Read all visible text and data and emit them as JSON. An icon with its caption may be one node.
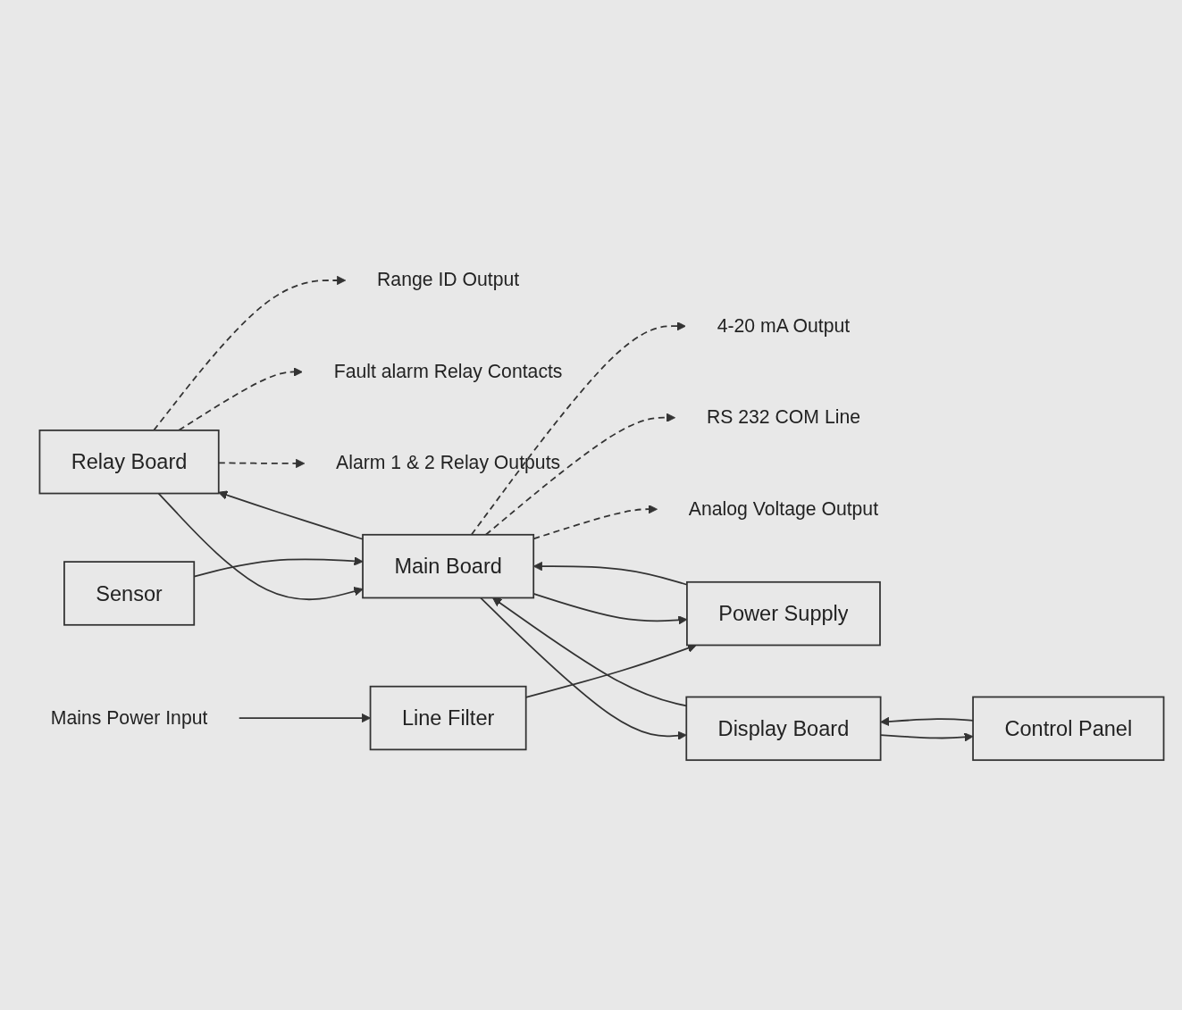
{
  "diagram": {
    "nodes": [
      {
        "text": [
          "4-20 mA Output"
        ]
      },
      {
        "text": [
          "RS 232 COM Line"
        ]
      },
      {
        "text": [
          "Analog Voltage Output"
        ]
      },
      {
        "text": [
          "Range ID Output"
        ]
      },
      {
        "text": [
          "Fault alarm Relay Contacts"
        ]
      },
      {
        "text": [
          "Alarm 1 & 2  Relay Outputs"
        ]
      },
      {
        "text": [
          "Relay Board"
        ]
      },
      {
        "text": [
          "Line Filter"
        ]
      },
      {
        "text": [
          "Power Supply"
        ]
      },
      {
        "text": [
          "Main Board"
        ]
      },
      {
        "text": [
          "Sensor"
        ]
      },
      {
        "text": [
          "Mains Power Input"
        ]
      },
      {
        "text": [
          "Display Board"
        ]
      },
      {
        "text": [
          "Control Panel"
        ]
      }
    ],
    "edges": [
      {
        "from": 11,
        "to": 7,
        "arrow": "to"
      },
      {
        "from": 7,
        "to": 8,
        "arrow": "to"
      },
      {
        "from": 8,
        "to": 9,
        "arrow": "to"
      },
      {
        "from": 9,
        "to": 8,
        "arrow": "to"
      },
      {
        "from": 9,
        "to": 6,
        "arrow": "to"
      },
      {
        "from": 6,
        "to": 9,
        "arrow": "to"
      },
      {
        "from": 10,
        "to": 9,
        "arrow": "to"
      },
      {
        "from": 9,
        "to": 12,
        "arrow": "to"
      },
      {
        "from": 12,
        "to": 9,
        "arrow": "to"
      },
      {
        "from": 12,
        "to": 13,
        "arrow": "to"
      },
      {
        "from": 13,
        "to": 12,
        "arrow": "to"
      },
      {
        "from": 9,
        "to": 0,
        "arrow": "to",
        "style": "dashed"
      },
      {
        "from": 9,
        "to": 1,
        "arrow": "to",
        "style": "dashed"
      },
      {
        "from": 9,
        "to": 2,
        "arrow": "to",
        "style": "dashed"
      },
      {
        "from": 6,
        "to": 3,
        "arrow": "to",
        "style": "dashed"
      },
      {
        "from": 6,
        "to": 4,
        "arrow": "to",
        "style": "dashed"
      },
      {
        "from": 6,
        "to": 5,
        "arrow": "to",
        "style": "dashed"
      }
    ]
  }
}
